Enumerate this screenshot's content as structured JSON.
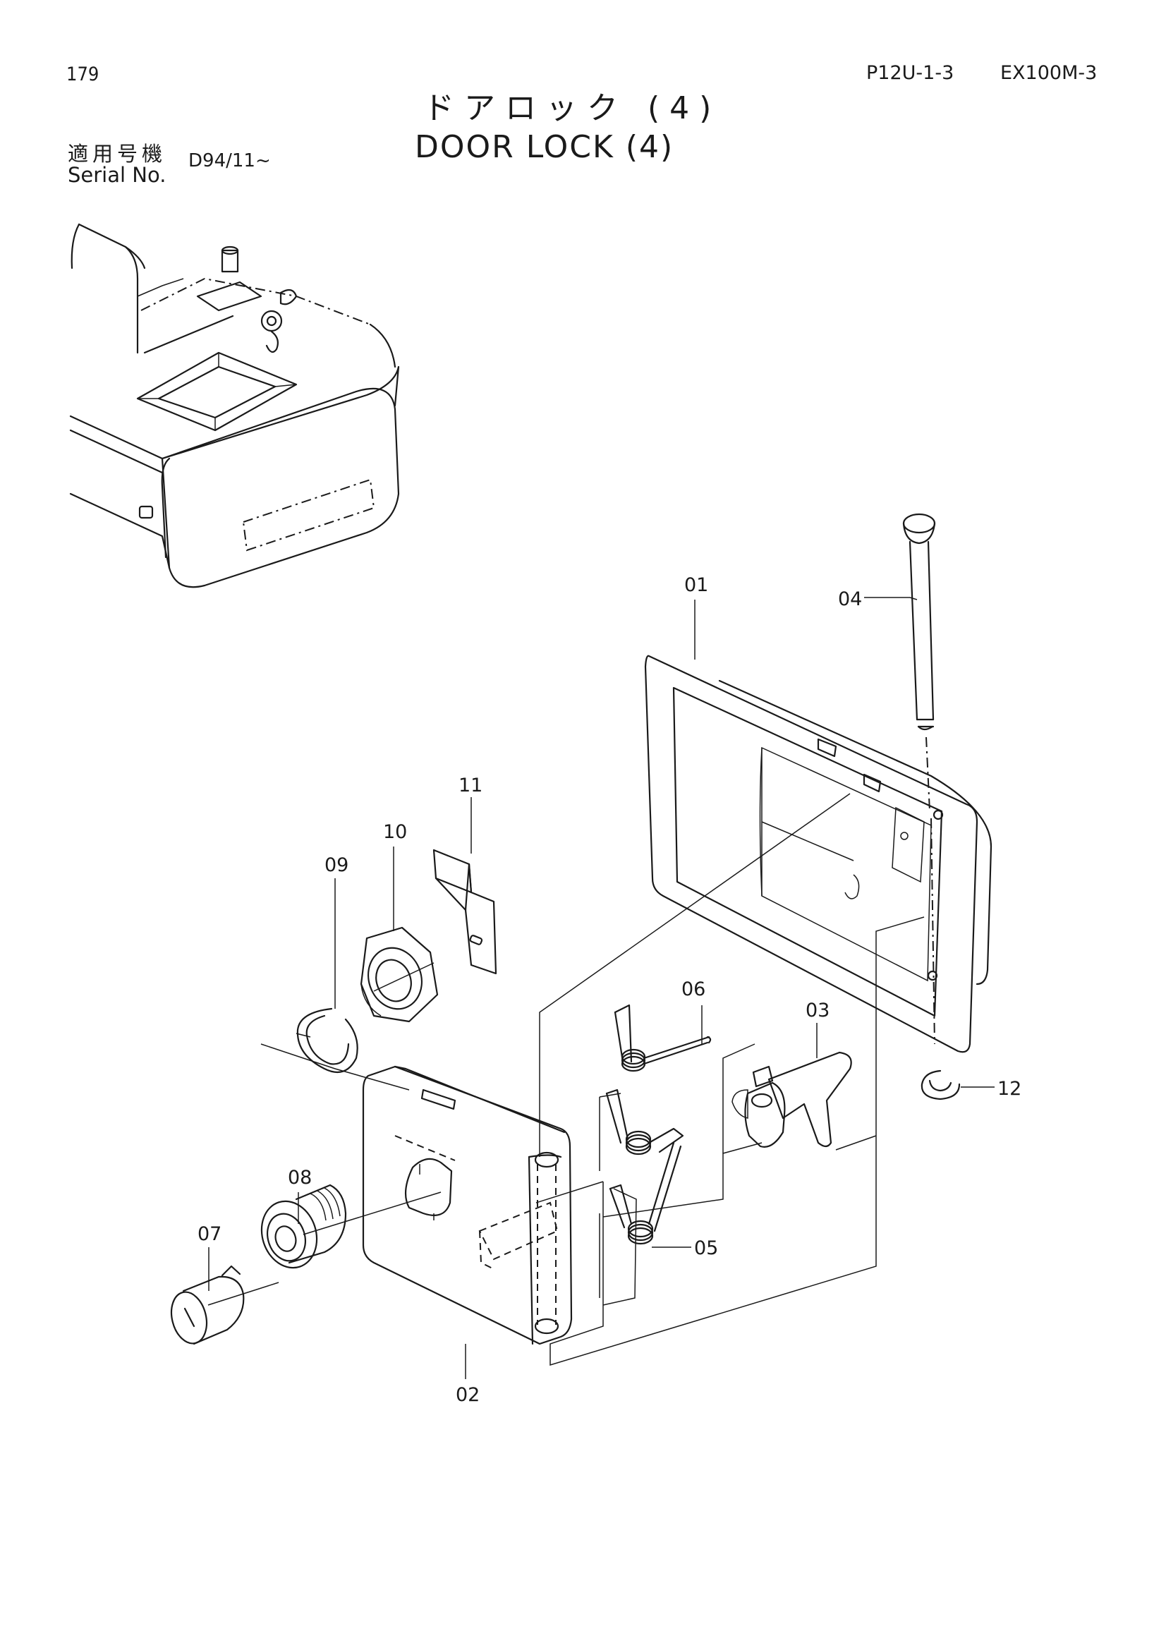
{
  "header": {
    "page_number": "179",
    "page_code": "P12U-1-3",
    "model": "EX100M-3",
    "title_jp": "ドアロック (4)",
    "title_en": "DOOR LOCK (4)",
    "serial_label_jp": "適用号機",
    "serial_label_en": "Serial No.",
    "serial_value": "D94/11~"
  },
  "callouts": [
    {
      "id": "01",
      "label": "01"
    },
    {
      "id": "02",
      "label": "02"
    },
    {
      "id": "03",
      "label": "03"
    },
    {
      "id": "04",
      "label": "04"
    },
    {
      "id": "05",
      "label": "05"
    },
    {
      "id": "06",
      "label": "06"
    },
    {
      "id": "07",
      "label": "07"
    },
    {
      "id": "08",
      "label": "08"
    },
    {
      "id": "09",
      "label": "09"
    },
    {
      "id": "10",
      "label": "10"
    },
    {
      "id": "11",
      "label": "11"
    },
    {
      "id": "12",
      "label": "12"
    }
  ],
  "colors": {
    "ink": "#1a1a1a",
    "paper": "#ffffff"
  }
}
